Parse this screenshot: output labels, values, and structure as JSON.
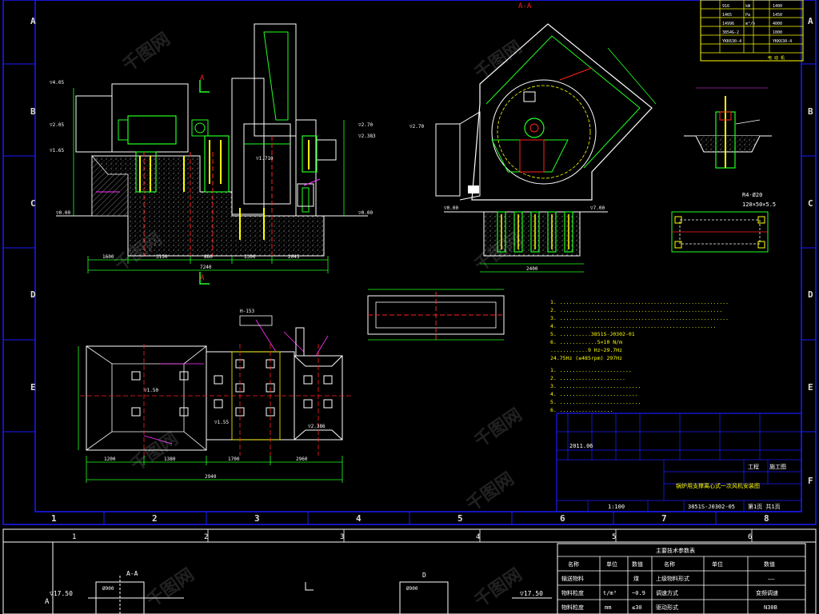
{
  "sheet1": {
    "zone_letters": [
      "A",
      "B",
      "C",
      "D",
      "E",
      "F"
    ],
    "column_numbers": [
      "1",
      "2",
      "3",
      "4",
      "5",
      "6",
      "7",
      "8"
    ],
    "section_mark_top": "A-A",
    "section_mark_left": "A",
    "section_mark_bottom": "A",
    "elevations_left": [
      "▽4.05",
      "▽2.05",
      "▽1.65",
      "▽0.00"
    ],
    "elevations_right": [
      "▽2.70",
      "▽2.383",
      "▽0.00"
    ],
    "elevation_mid": "▽1.710",
    "dims_elev_bottom": [
      "1600",
      "3150",
      "860",
      "1300",
      "2045"
    ],
    "elev_total": "7240",
    "fan_elevations": [
      "▽2.70",
      "▽0.00",
      "▽7.00"
    ],
    "fan_bottom_dim": "2400",
    "plan_dims_bottom": [
      "1200",
      "1380",
      "1700",
      "2960"
    ],
    "plan_total": "2940",
    "plan_elev_labels": [
      "▽1.50",
      "▽1.55",
      "▽2.386"
    ],
    "plan_label_top": "H-153",
    "detail_label": "R4-Ø20",
    "detail_dim": "120×50×5.5",
    "notes": [
      "1. ......................................................",
      "2. ....................................................",
      "3. ......................................................",
      "4. ..................................................",
      "5. ..........3851S-J0302-01",
      "6. ............5×10 N/m",
      "   ............9 Hz~29.7Hz",
      "   24.75Hz (≤485rpm)  297Hz",
      "",
      "1. .......................",
      "2. .....................",
      "3. ..........................",
      "4. .........................",
      "5. ..........................",
      "6. ................."
    ],
    "title_block": {
      "date": "2011.06",
      "project": "工程",
      "stage": "施工图",
      "title": "锅炉用支撑离心式一次风机安装图",
      "scale": "1:100",
      "drawing_no": "3851S-J0302-05",
      "sheet": "第1页 共1页"
    },
    "params_table": {
      "rows": [
        [
          "916",
          "kW",
          "1400"
        ],
        [
          "1465",
          "Pa",
          "1450"
        ],
        [
          "14996",
          "m³/h",
          "4000"
        ],
        [
          "3854G-2",
          "",
          "1000"
        ],
        [
          "YKK630-4",
          "",
          "YKK630-4"
        ]
      ],
      "footer": "电 动 机"
    }
  },
  "sheet2": {
    "column_numbers": [
      "1",
      "2",
      "3",
      "4",
      "5",
      "6"
    ],
    "zone_letter": "A",
    "section_mark": "A-A",
    "section_mark_right": "D",
    "elevation_left": "▽17.50",
    "elevation_right": "▽17.50",
    "dim_label": "Ø900",
    "dim_label_right": "Ø900",
    "table": {
      "title": "主要技术参数表",
      "headers": [
        "名称",
        "单位",
        "数值",
        "名称",
        "单位",
        "数值"
      ],
      "rows": [
        [
          "输送物料",
          "",
          "煤",
          "上级物料形式",
          "",
          "——"
        ],
        [
          "物料粒度",
          "t/m³",
          "~0.9",
          "调速方式",
          "",
          "变频调速"
        ],
        [
          "物料粒度",
          "mm",
          "≤30",
          "驱动形式",
          "",
          "N30B"
        ]
      ]
    }
  },
  "watermark": "千图网",
  "colors": {
    "background": "#000000",
    "frame": "#1a1aff",
    "line_green": "#22ff22",
    "line_white": "#ffffff",
    "line_yellow": "#ffff00",
    "line_red": "#ff2222",
    "line_magenta": "#ff33ff",
    "line_cyan": "#00ffff"
  }
}
